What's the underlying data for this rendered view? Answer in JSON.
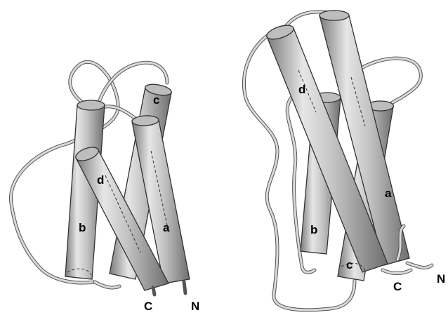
{
  "left_bundle": {
    "helix_labels": {
      "a": "a",
      "b": "b",
      "c": "c",
      "d": "d"
    },
    "termini": {
      "c": "C",
      "n": "N"
    }
  },
  "right_bundle": {
    "helix_labels": {
      "a": "a",
      "b": "b",
      "c": "c",
      "d": "d"
    },
    "termini": {
      "c": "C",
      "n": "N"
    }
  },
  "colors": {
    "helix_light": "#e4e4e4",
    "helix_dark": "#7a7a7a",
    "loop": "#d9d9d9",
    "outline": "#333333"
  }
}
